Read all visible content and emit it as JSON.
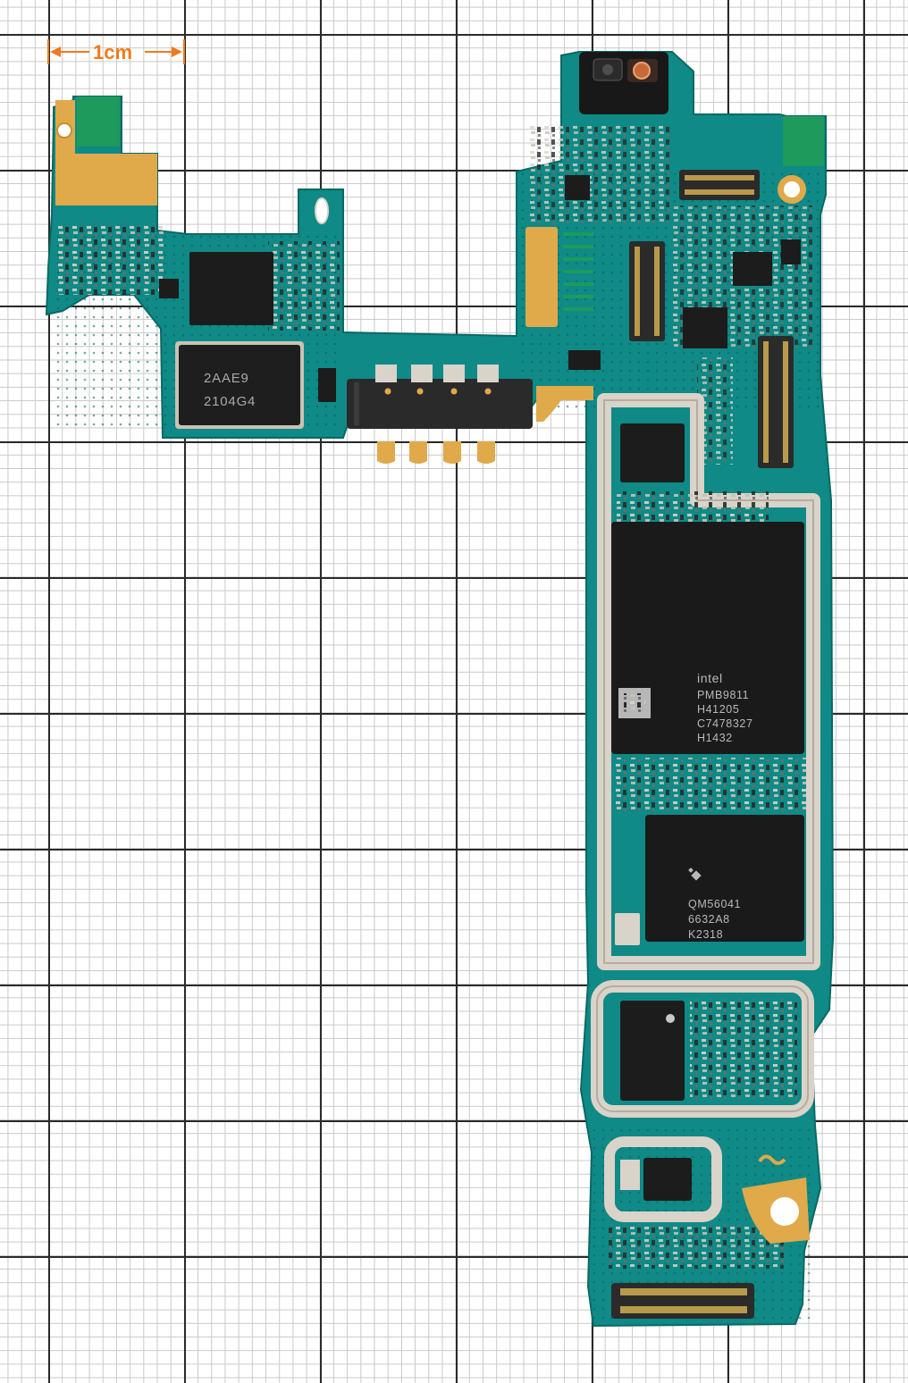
{
  "scale_bar": {
    "label": "1cm"
  },
  "chips": {
    "cpu": {
      "logo": "intel",
      "lines": [
        "PMB9811",
        "H41205",
        "C7478327",
        "H1432"
      ]
    },
    "memory": {
      "lines": [
        "QM56041",
        "6632A8",
        "K2318"
      ]
    },
    "pmic": {
      "lines": [
        "2AAE9",
        "2104G4"
      ]
    }
  },
  "colors": {
    "pcb": "#0f8a86",
    "shield": "#d9d3c9",
    "gold": "#e0a94a",
    "chip": "#1a1a1a",
    "scale": "#f07a1c"
  }
}
